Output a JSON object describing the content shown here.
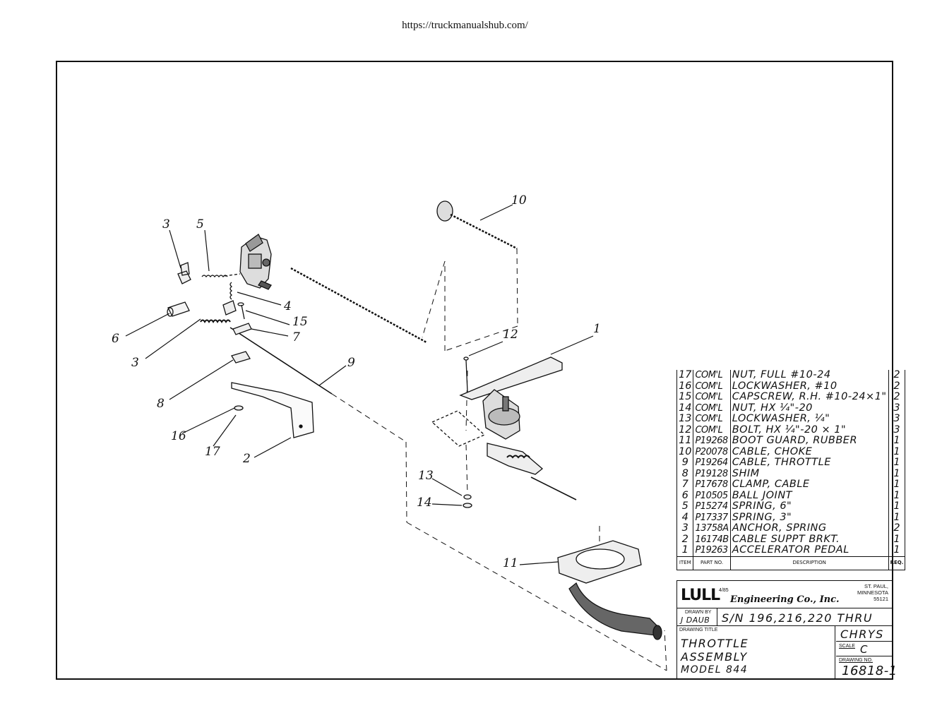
{
  "header": {
    "url": "https://truckmanualshub.com/"
  },
  "callouts": {
    "c1": "1",
    "c2": "2",
    "c3a": "3",
    "c3b": "3",
    "c4": "4",
    "c5": "5",
    "c6": "6",
    "c7": "7",
    "c8": "8",
    "c9": "9",
    "c10": "10",
    "c11": "11",
    "c12": "12",
    "c13": "13",
    "c14": "14",
    "c15": "15",
    "c16": "16",
    "c17": "17"
  },
  "parts_list": {
    "rows": [
      {
        "item": "17",
        "part": "COM'L",
        "desc": "NUT, FULL #10-24",
        "req": "2"
      },
      {
        "item": "16",
        "part": "COM'L",
        "desc": "LOCKWASHER, #10",
        "req": "2"
      },
      {
        "item": "15",
        "part": "COM'L",
        "desc": "CAPSCREW, R.H. #10-24×1\"",
        "req": "2"
      },
      {
        "item": "14",
        "part": "COM'L",
        "desc": "NUT, HX ¼\"-20",
        "req": "3"
      },
      {
        "item": "13",
        "part": "COM'L",
        "desc": "LOCKWASHER, ¼\"",
        "req": "3"
      },
      {
        "item": "12",
        "part": "COM'L",
        "desc": "BOLT, HX ¼\"-20 × 1\"",
        "req": "3"
      },
      {
        "item": "11",
        "part": "P19268",
        "desc": "BOOT GUARD, RUBBER",
        "req": "1"
      },
      {
        "item": "10",
        "part": "P20078",
        "desc": "CABLE, CHOKE",
        "req": "1"
      },
      {
        "item": "9",
        "part": "P19264",
        "desc": "CABLE, THROTTLE",
        "req": "1"
      },
      {
        "item": "8",
        "part": "P19128",
        "desc": "SHIM",
        "req": "1"
      },
      {
        "item": "7",
        "part": "P17678",
        "desc": "CLAMP, CABLE",
        "req": "1"
      },
      {
        "item": "6",
        "part": "P10505",
        "desc": "BALL JOINT",
        "req": "1"
      },
      {
        "item": "5",
        "part": "P15274",
        "desc": "SPRING, 6\"",
        "req": "1"
      },
      {
        "item": "4",
        "part": "P17337",
        "desc": "SPRING, 3\"",
        "req": "1"
      },
      {
        "item": "3",
        "part": "13758A",
        "desc": "ANCHOR, SPRING",
        "req": "2"
      },
      {
        "item": "2",
        "part": "16174B",
        "desc": "CABLE SUPPT BRKT.",
        "req": "1"
      },
      {
        "item": "1",
        "part": "P19263",
        "desc": "ACCELERATOR PEDAL",
        "req": "1"
      }
    ],
    "headers": {
      "item": "ITEM",
      "part": "PART NO.",
      "desc": "DESCRIPTION",
      "req": "REQ."
    }
  },
  "title_block": {
    "logo": "LULL",
    "date": "4/85",
    "company": "Engineering Co., Inc.",
    "address": [
      "ST. PAUL,",
      "MINNESOTA",
      "55121"
    ],
    "drawn_by_label": "DRAWN BY",
    "drawn_by": "J DAUB",
    "serial": "S/N 196,216,220 THRU",
    "drawing_title_label": "DRAWING TITLE",
    "title_lines": [
      "THROTTLE",
      "ASSEMBLY",
      "MODEL 844"
    ],
    "make": "CHRYS",
    "scale_label": "SCALE",
    "scale": "C",
    "drawing_no_label": "DRAWING NO.",
    "drawing_no": "16818-1"
  }
}
